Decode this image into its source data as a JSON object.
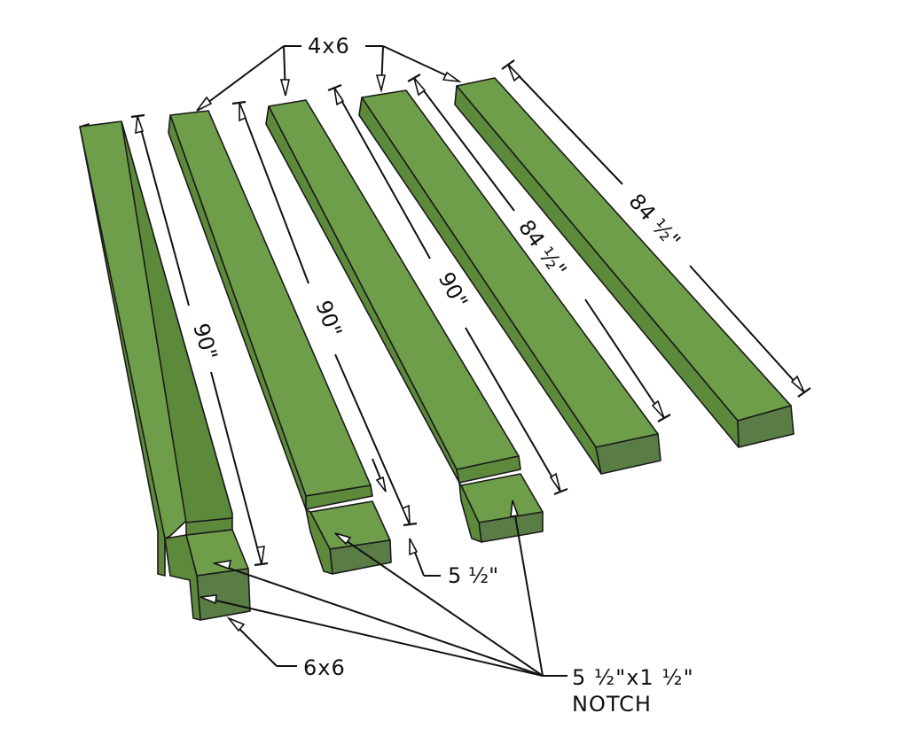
{
  "labels": {
    "top_callout": "4x6",
    "post_callout": "6x6",
    "notch_callout_line1": "5 ½\"x1 ½\"",
    "notch_callout_line2": "NOTCH",
    "offset_dim": "5 ½\""
  },
  "dimensions": [
    {
      "id": "beam1",
      "text": "90\""
    },
    {
      "id": "beam2",
      "text": "90\""
    },
    {
      "id": "beam3",
      "text": "90\""
    },
    {
      "id": "beam4",
      "text": "84 ½\""
    },
    {
      "id": "beam5",
      "text": "84 ½\""
    }
  ],
  "colors": {
    "lumber_top": "#6e9e4a",
    "lumber_side": "#5c8a3a",
    "lumber_end": "#5a7d45",
    "lines": "#111111"
  }
}
